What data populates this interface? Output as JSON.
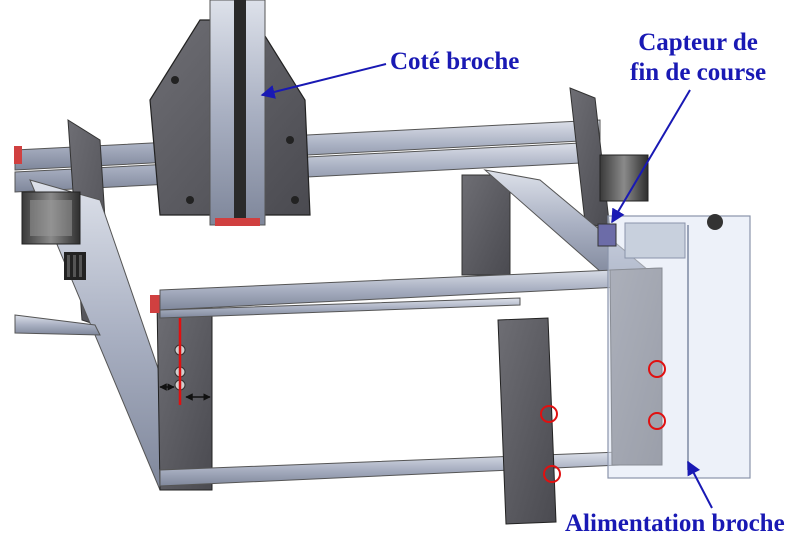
{
  "labels": {
    "spindle_side": "Coté broche",
    "limit_switch_line1": "Capteur de",
    "limit_switch_line2": "fin de course",
    "spindle_power": "Alimentation broche"
  },
  "colors": {
    "label_text": "#1919b4",
    "arrow": "#1919b4",
    "highlight_circle": "#e01010",
    "frame_steel": "#5e5e64",
    "rail_aluminium": "#b6bccb"
  }
}
